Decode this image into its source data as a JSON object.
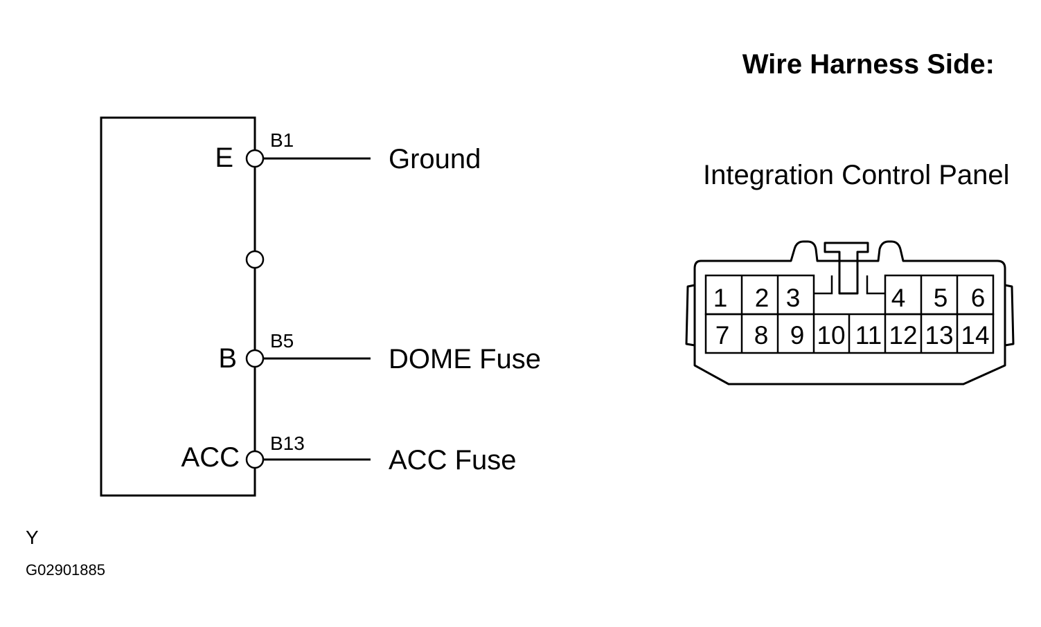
{
  "header": {
    "title": "Wire Harness Side:"
  },
  "connector": {
    "name": "Integration Control Panel",
    "row1": [
      "1",
      "2",
      "3",
      "4",
      "5",
      "6"
    ],
    "row2": [
      "7",
      "8",
      "9",
      "10",
      "11",
      "12",
      "13",
      "14"
    ]
  },
  "circuit": {
    "terminals": [
      {
        "terminal": "E",
        "pin": "B1",
        "destination": "Ground"
      },
      {
        "terminal": "B",
        "pin": "B5",
        "destination": "DOME Fuse"
      },
      {
        "terminal": "ACC",
        "pin": "B13",
        "destination": "ACC Fuse"
      }
    ]
  },
  "footer": {
    "mark": "Y",
    "figure_code": "G02901885"
  },
  "colors": {
    "line": "#000000",
    "background": "#ffffff"
  }
}
